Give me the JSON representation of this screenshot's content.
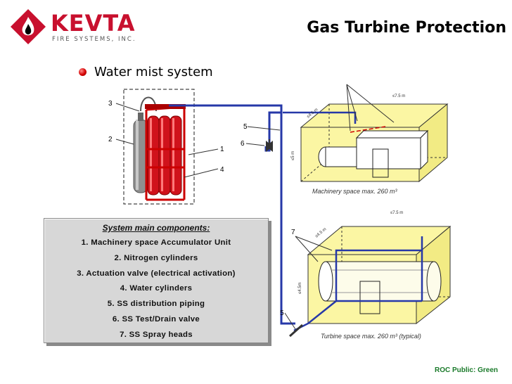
{
  "logo": {
    "name": "KEVTA",
    "subtitle": "FIRE SYSTEMS, INC."
  },
  "title": "Gas Turbine Protection",
  "bullet": "Water mist system",
  "unit_callouts": [
    "3",
    "2",
    "1",
    "4"
  ],
  "machinery": {
    "callouts": [
      "5",
      "6"
    ],
    "dim_top": "≤7.5 m",
    "dim_side": "≤4.5 m",
    "dim_height": "≤5 m",
    "caption": "Machinery space max. 260 m³"
  },
  "turbine": {
    "callouts": [
      "7",
      "5"
    ],
    "dim_top": "≤7.5 m",
    "dim_side": "≤4.5 m",
    "dim_height": "≤4.5m",
    "caption": "Turbine space max. 260 m³ (typical)"
  },
  "components": {
    "heading": "System main components:",
    "items": [
      "1. Machinery space Accumulator Unit",
      "2. Nitrogen cylinders",
      "3. Actuation valve (electrical activation)",
      "4. Water cylinders",
      "5. SS distribution piping",
      "6. SS Test/Drain valve",
      "7. SS Spray heads"
    ]
  },
  "classification": "ROC Public: Green",
  "colors": {
    "brand_red": "#c8102e",
    "cylinder_red": "#d0121b",
    "pipe_blue": "#2638a8",
    "room_yellow": "#fbf6a3",
    "status_green": "#1a7a2a"
  }
}
